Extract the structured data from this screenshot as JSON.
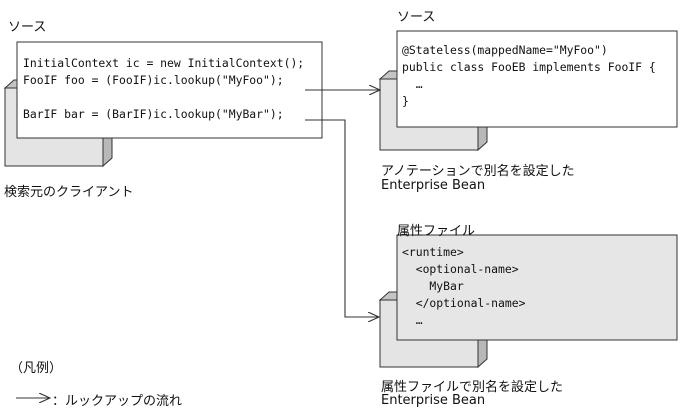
{
  "client": {
    "source_title": "ソース",
    "code_lines": [
      "InitialContext ic = new InitialContext();",
      "FooIF foo = (FooIF)ic.lookup(\"MyFoo\");",
      "",
      "BarIF bar = (BarIF)ic.lookup(\"MyBar\");"
    ],
    "caption": "検索元のクライアント"
  },
  "bean_annotation": {
    "source_title": "ソース",
    "code_lines": [
      "@Stateless(mappedName=\"MyFoo\")",
      "public class FooEB implements FooIF {",
      "  …",
      "}"
    ],
    "caption_line1": "アノテーションで別名を設定した",
    "caption_line2": "Enterprise Bean"
  },
  "bean_property": {
    "file_title": "属性ファイル",
    "code_lines": [
      "<runtime>",
      "  <optional-name>",
      "    MyBar",
      "  </optional-name>",
      "  …"
    ],
    "caption_line1": "属性ファイルで別名を設定した",
    "caption_line2": "Enterprise Bean"
  },
  "legend": {
    "title": "（凡例）",
    "arrow_label": "：ルックアップの流れ"
  },
  "colors": {
    "cube_top": "#c4c4c4",
    "cube_front": "#e4e4e4",
    "cube_side": "#b8b8b8",
    "property_box_fill": "#e6e6e6",
    "line": "#333333"
  }
}
